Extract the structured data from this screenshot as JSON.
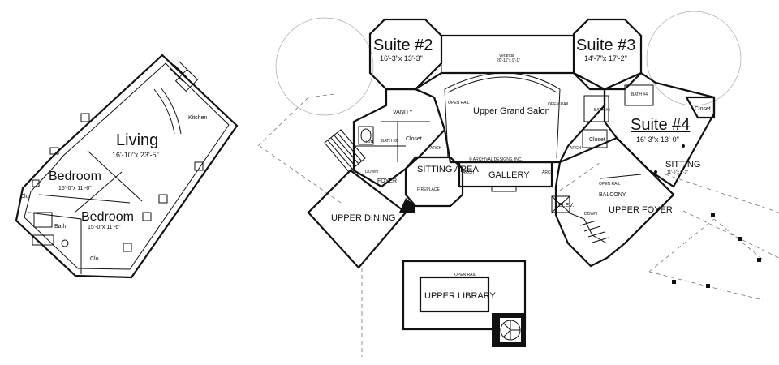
{
  "guest_house": {
    "living": {
      "name": "Living",
      "size": "16'-10\"x 23'-5\""
    },
    "bedroom_1": {
      "name": "Bedroom",
      "size": "15'-0\"x 11'-6\""
    },
    "bedroom_2": {
      "name": "Bedroom",
      "size": "15'-0\"x 11'-6\""
    },
    "kitchen": "Kitchen",
    "bath": "Bath",
    "closet_1": "Clo.",
    "closet_2": "Clo."
  },
  "main_floor": {
    "suite_2": {
      "name": "Suite #2",
      "size": "16'-3\"x 13'-3\""
    },
    "suite_3": {
      "name": "Suite #3",
      "size": "14'-7\"x 17'-2\""
    },
    "suite_4": {
      "name": "Suite #4",
      "size": "16'-3\"x 13'-0\""
    },
    "veranda": {
      "name": "Veranda",
      "size": "20'-11\"x 9'-1\""
    },
    "upper_grand_salon": "Upper Grand Salon",
    "open_rail": "OPEN RAIL",
    "copyright": "© ARCHIVAL DESIGNS, INC.",
    "gallery": "GALLERY",
    "sitting_area": "SITTING AREA",
    "foyer": "FOYER",
    "vanity": "VANITY",
    "bath_2": "BATH #2",
    "bath_3": "BATH #3",
    "bath_4": "BATH #4",
    "closet": "Closet",
    "tub": "TUB",
    "fireplace": "FIREPLACE",
    "upper_dining": "UPPER DINING",
    "upper_foyer": "UPPER FOYER",
    "balcony": "BALCONY",
    "elev": "ELEV.",
    "sitting": {
      "name": "SITTING",
      "size": "11'-5\"x 6'-3\""
    },
    "down": "DOWN",
    "arch": "ARCH",
    "upper_library": "UPPER LIBRARY"
  }
}
